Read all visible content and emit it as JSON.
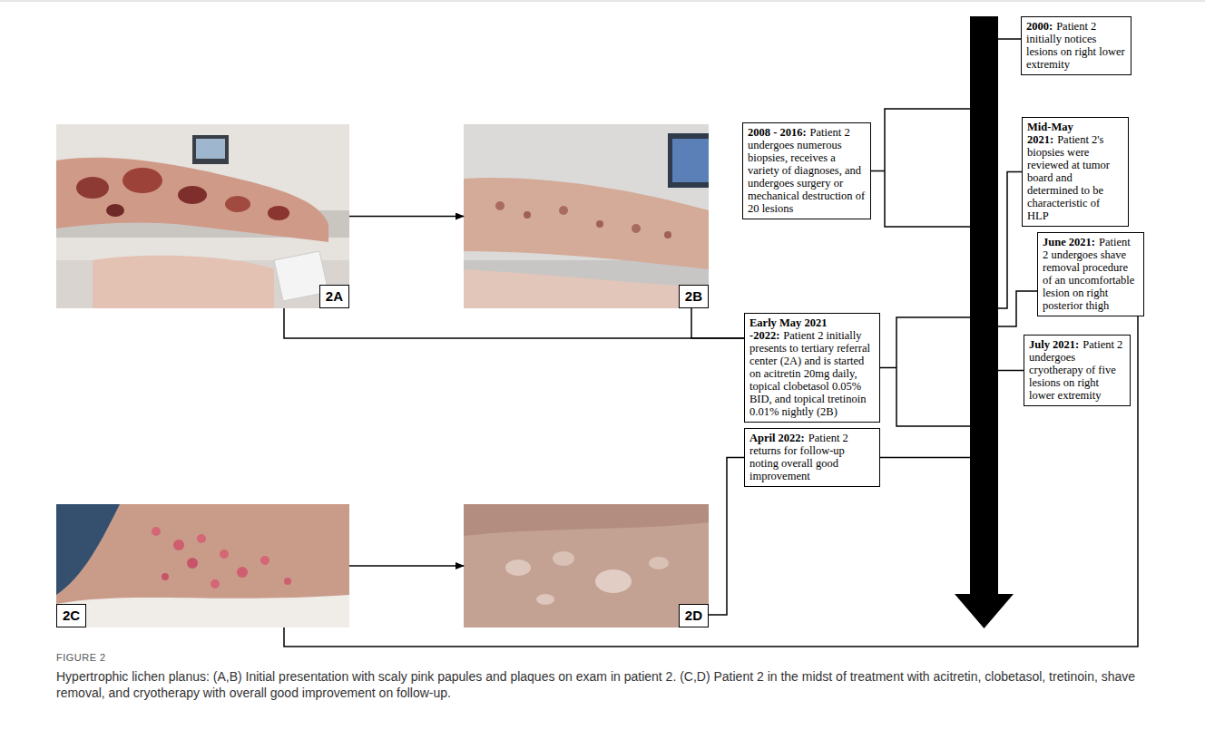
{
  "diagram": {
    "title": "FIGURE 2",
    "caption": "Hypertrophic lichen planus: (A,B) Initial presentation with scaly pink papules and plaques on exam in patient 2. (C,D) Patient 2 in the midst of treatment with acitretin, clobetasol, tretinoin, shave removal, and cryotherapy with overall good improvement on follow-up.",
    "nodes": [
      {
        "text": [
          "2A"
        ]
      },
      {
        "text": [
          "2B"
        ]
      },
      {
        "text": [
          "2C"
        ]
      },
      {
        "text": [
          "2D"
        ]
      },
      {
        "text": [
          "2000:",
          "Patient 2 initially notices lesions on right lower extremity"
        ]
      },
      {
        "text": [
          "2008 - 2016:",
          "Patient 2 undergoes numerous biopsies, receives a variety of diagnoses, and undergoes surgery or mechanical destruction of 20 lesions"
        ]
      },
      {
        "text": [
          "Mid-May 2021:",
          "Patient 2's biopsies were reviewed at tumor board and determined to be characteristic of HLP"
        ]
      },
      {
        "text": [
          "June 2021:",
          "Patient 2 undergoes shave removal procedure of an uncomfortable lesion on right posterior thigh"
        ]
      },
      {
        "text": [
          "Early May 2021 -2022:",
          "Patient 2 initially presents to tertiary referral center (2A) and is started on acitretin 20mg daily, topical clobetasol 0.05% BID, and topical tretinoin 0.01% nightly (2B)"
        ]
      },
      {
        "text": [
          "April 2022:",
          "Patient 2 returns for follow-up noting overall good improvement"
        ]
      },
      {
        "text": [
          "July 2021:",
          "Patient 2 undergoes cryotherapy of five lesions on right lower extremity"
        ]
      }
    ],
    "edges": [
      {
        "from": 0,
        "to": 1,
        "arrow": "to"
      },
      {
        "from": 2,
        "to": 3,
        "arrow": "to"
      },
      {
        "from": 0,
        "to": 8,
        "arrow": "none"
      },
      {
        "from": 1,
        "to": 8,
        "arrow": "none"
      },
      {
        "from": 3,
        "to": 9,
        "arrow": "none"
      },
      {
        "from": 2,
        "to": 7,
        "arrow": "none"
      }
    ]
  }
}
